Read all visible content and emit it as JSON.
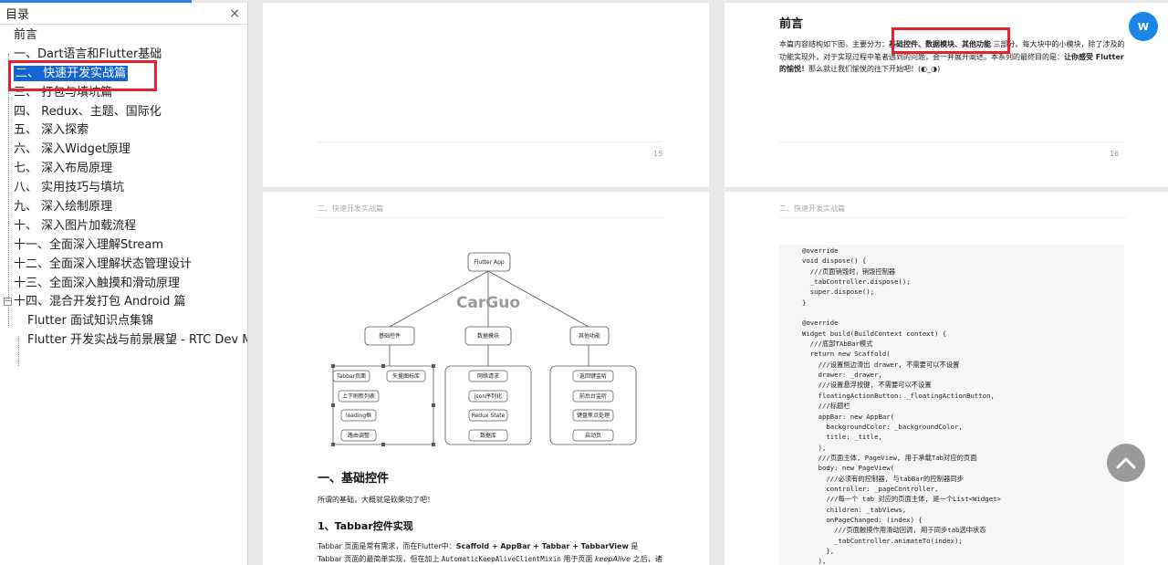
{
  "sidebar": {
    "title": "目录",
    "close": "×",
    "items": [
      {
        "label": "前言",
        "level": 0
      },
      {
        "label": "一、Dart语言和Flutter基础",
        "level": 0
      },
      {
        "label": "二、 快速开发实战篇",
        "level": 0,
        "selected": true
      },
      {
        "label": "三、 打包与填坑篇",
        "level": 0
      },
      {
        "label": "四、 Redux、主题、国际化",
        "level": 0
      },
      {
        "label": "五、 深入探索",
        "level": 0
      },
      {
        "label": "六、 深入Widget原理",
        "level": 0
      },
      {
        "label": "七、 深入布局原理",
        "level": 0
      },
      {
        "label": "八、 实用技巧与填坑",
        "level": 0
      },
      {
        "label": "九、 深入绘制原理",
        "level": 0
      },
      {
        "label": "十、 深入图片加载流程",
        "level": 0
      },
      {
        "label": "十一、全面深入理解Stream",
        "level": 0
      },
      {
        "label": "十二、全面深入理解状态管理设计",
        "level": 0
      },
      {
        "label": "十三、全面深入触摸和滑动原理",
        "level": 0
      },
      {
        "label": "十四、混合开发打包 Android 篇",
        "level": 0,
        "expandable": true,
        "expander": "−"
      },
      {
        "label": "Flutter 面试知识点集锦",
        "level": 1
      },
      {
        "label": "Flutter 开发实战与前景展望 - RTC Dev Me",
        "level": 1
      }
    ]
  },
  "pages": {
    "p15": {
      "number": "15"
    },
    "p16": {
      "number": "16",
      "title": "前言",
      "body_1": "本篇内容结构如下图，主要分为：",
      "body_bold_1": "基础控件、数据模块、其他功能",
      "body_2": " 三部分。每大块中的小模块，除了涉及的功能实现外，对于实现过程中笔者遇到的问题，会一并展开阐述。本系列的最终目的是：",
      "body_bold_2": "让你感受 Flutter 的愉悦！",
      "body_3": "那么就让我们愉悦的往下开始吧！(◐_◑)"
    },
    "p17": {
      "running_head": "二、快速开发实战篇",
      "diagram": {
        "root": "Flutter App",
        "watermark": "CarGuo",
        "branches": [
          {
            "label": "基础控件",
            "children": [
              "Tabbar页面",
              "矢量图标库",
              "上下刷新列表",
              "loading框",
              "路由调整"
            ]
          },
          {
            "label": "数据模块",
            "children": [
              "网络请求",
              "json序列化",
              "Redux State",
              "数据库"
            ]
          },
          {
            "label": "其他功能",
            "children": [
              "返回键监听",
              "前后台监听",
              "键盘焦点处理",
              "启动页"
            ]
          }
        ]
      },
      "heading1": "一、基础控件",
      "para1": "所谓的基础，大概就是砍柴功了吧！",
      "heading2": "1、Tabbar控件实现",
      "para2_a": "Tabbar 页面是常有需求，而在Flutter中：",
      "para2_bold": "Scaffold + AppBar + Tabbar + TabbarView",
      "para2_b": " 是 Tabbar 页面的最简单实现，但在加上 ",
      "para2_code": "AutomaticKeepAliveClientMixin",
      "para2_c": " 用于页面 ",
      "para2_italic": "keepAlive",
      "para2_d": " 之后，诸如"
    },
    "p18": {
      "running_head": "二、快速开发实战篇",
      "code": "@override\nvoid dispose() {\n  ///页面销毁时，销毁控制器\n  _tabController.dispose();\n  super.dispose();\n}\n\n@override\nWidget build(BuildContext context) {\n  ///底部TAbBar模式\n  return new Scaffold(\n    ///设置侧边滑出 drawer, 不需要可以不设置\n    drawer: _drawer,\n    ///设置悬浮按键, 不需要可以不设置\n    floatingActionButton: _floatingActionButton,\n    ///标题栏\n    appBar: new AppBar(\n      backgroundColor: _backgroundColor,\n      title: _title,\n    ),\n    ///页面主体, PageView, 用于承载Tab对应的页面\n    body: new PageView(\n      ///必须有的控制器, 与tabBar的控制器同步\n      controller: _pageController,\n      ///每一个 tab 对应的页面主体, 是一个List<Widget>\n      children: _tabViews,\n      onPageChanged: (index) {\n        ///页面触摸作用滑动回调, 用于同步tab选中状态\n        _tabController.animateTo(index);\n      },\n    ),"
    }
  },
  "badge": {
    "icon": "word-app-icon",
    "text": "W"
  },
  "colors": {
    "accent": "#1464d2",
    "highlight": "#e8202a",
    "badge": "#1b86e3"
  }
}
